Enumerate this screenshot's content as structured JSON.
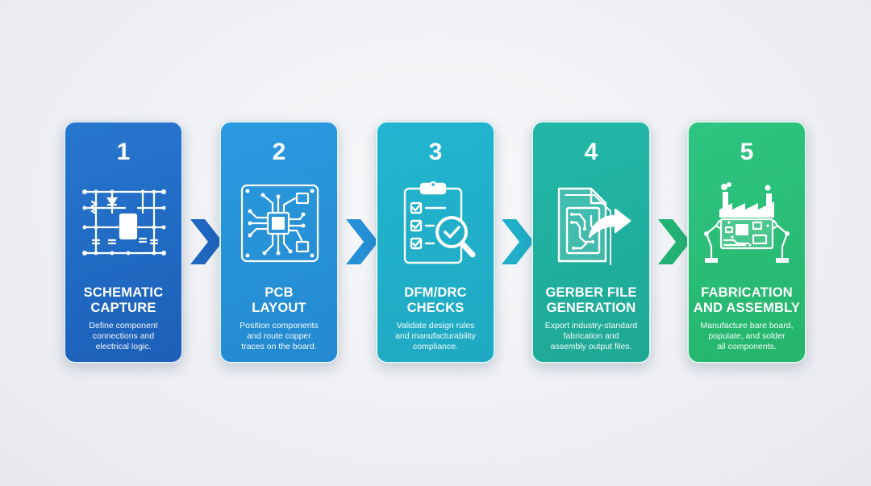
{
  "steps": [
    {
      "number": "1",
      "title": "SCHEMATIC\nCAPTURE",
      "description": "Define component\nconnections and\nelectrical logic.",
      "icon": "schematic-icon",
      "color": "#1f66c0"
    },
    {
      "number": "2",
      "title": "PCB\nLAYOUT",
      "description": "Position components\nand route copper\ntraces on the board.",
      "icon": "pcb-layout-icon",
      "color": "#2590d6"
    },
    {
      "number": "3",
      "title": "DFM/DRC\nCHECKS",
      "description": "Validate design rules\nand manufacturability\ncompliance.",
      "icon": "checklist-magnifier-icon",
      "color": "#20aec9"
    },
    {
      "number": "4",
      "title": "GERBER FILE\nGENERATION",
      "description": "Export industry-standard\nfabrication and\nassembly output files.",
      "icon": "file-export-icon",
      "color": "#20ae9e"
    },
    {
      "number": "5",
      "title": "FABRICATION\nAND ASSEMBLY",
      "description": "Manufacture bare board,\npopulate, and solder\nall components.",
      "icon": "factory-robot-icon",
      "color": "#29bd75"
    }
  ],
  "arrow_colors": [
    "#1f66c0",
    "#2590d6",
    "#20aec9",
    "#22b374"
  ]
}
